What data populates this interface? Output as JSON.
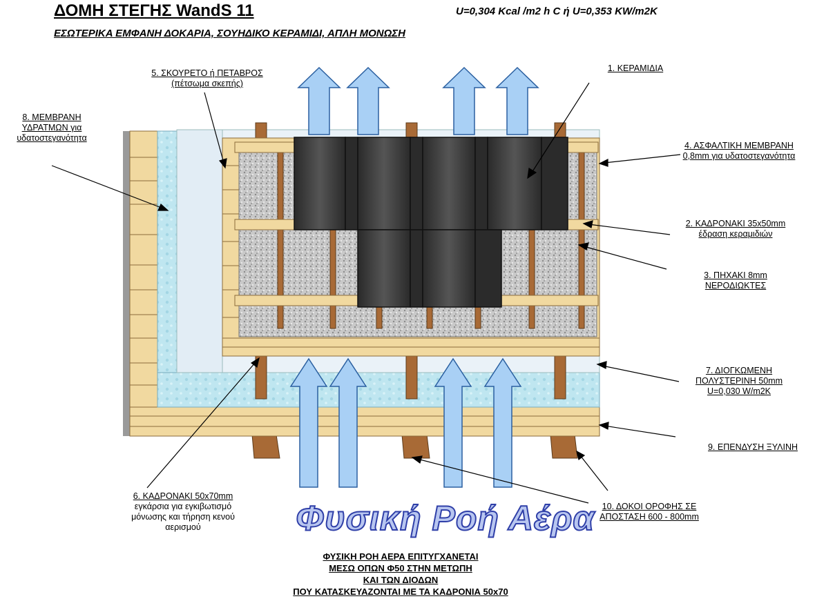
{
  "title": "ΔΟΜΗ ΣΤΕΓΗΣ WandS 11",
  "u_value": "U=0,304 Kcal /m2 h C ή U=0,353 KW/m2K",
  "subtitle": "ΕΣΩΤΕΡΙΚΑ ΕΜΦΑΝΗ ΔΟΚΑΡΙΑ, ΣΟΥΗΔΙΚΟ ΚΕΡΑΜΙΔΙ, ΑΠΛΗ ΜΟΝΩΣΗ",
  "labels": {
    "l1": [
      "1. ΚΕΡΑΜΙΔΙΑ"
    ],
    "l2": [
      "2. ΚΑΔΡΟΝΑΚΙ 35x50mm",
      "έδραση κεραμιδιών"
    ],
    "l3": [
      "3. ΠΗΧΑΚΙ 8mm",
      "ΝΕΡΟΔΙΩΚΤΕΣ"
    ],
    "l4": [
      "4. ΑΣΦΑΛΤΙΚΗ ΜΕΜΒΡΑΝΗ",
      "0,8mm για υδατοστεγανότητα"
    ],
    "l5": [
      "5. ΣΚΟΥΡΕΤΟ ή ΠΕΤΑΒΡΟΣ",
      "(πέτσωμα σκεπής)"
    ],
    "l6": [
      "6. ΚΑΔΡΟΝΑΚΙ 50x70mm",
      "εγκάρσια για εγκιβωτισμό",
      "μόνωσης και τήρηση κενού",
      "αερισμού"
    ],
    "l7": [
      "7. ΔΙΟΓΚΩΜΕΝΗ",
      "ΠΟΛΥΣΤΕΡΙΝΗ 50mm",
      "U=0,030 W/m2K"
    ],
    "l8": [
      "8. ΜΕΜΒΡΑΝΗ",
      "ΥΔΡΑΤΜΩΝ για",
      "υδατοστεγανότητα"
    ],
    "l9": [
      "9. ΕΠΕΝΔΥΣΗ ΞΥΛΙΝΗ"
    ],
    "l10": [
      "10. ΔΟΚΟΙ ΟΡΟΦΗΣ ΣΕ",
      "ΑΠΟΣΤΑΣΗ 600 - 800mm"
    ]
  },
  "flow_title": "Φυσική Ροή Αέρα",
  "note": [
    "ΦΥΣΙΚΗ ΡΟΗ ΑΕΡΑ ΕΠΙΤΥΓΧΑΝΕΤΑΙ",
    "ΜΕΣΩ  ΟΠΩΝ Φ50 ΣΤΗΝ ΜΕΤΩΠΗ",
    "ΚΑΙ ΤΩΝ ΔΙΟΔΩΝ",
    "ΠΟΥ ΚΑΤΑΣΚΕΥΑΖΟΝΤΑΙ  ΜΕ ΤΑ ΚΑΔΡΟΝΙΑ 50x70"
  ],
  "colors": {
    "wood": "#f1d9a0",
    "beam": "#a86a36",
    "membrane": "#bfe6f0",
    "arrow": "#a9d0f5",
    "tile": "#3a3a3a"
  }
}
